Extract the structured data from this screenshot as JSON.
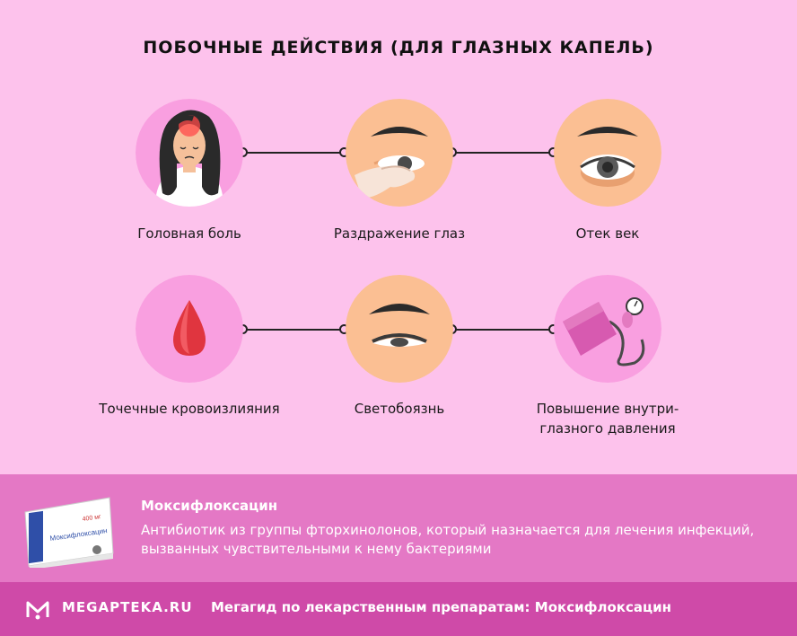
{
  "title": "ПОБОЧНЫЕ ДЕЙСТВИЯ (ДЛЯ ГЛАЗНЫХ КАПЕЛЬ)",
  "effects": [
    {
      "label": "Головная боль",
      "icon": "headache-icon"
    },
    {
      "label": "Раздражение глаз",
      "icon": "eye-irritation-icon"
    },
    {
      "label": "Отек век",
      "icon": "eyelid-swelling-icon"
    },
    {
      "label": "Точечные кровоизлияния",
      "icon": "blood-drop-icon"
    },
    {
      "label": "Светобоязнь",
      "icon": "squinting-eye-icon"
    },
    {
      "label": "Повышение внутри-глазного давления",
      "icon": "tonometer-icon"
    }
  ],
  "drug": {
    "name": "Моксифлоксацин",
    "description": "Антибиотик из группы фторхинолонов, который назначается для лечения инфекций, вызванных чувствительными к нему бактериями",
    "box_name": "Моксифлоксацин",
    "box_dose": "400 мг"
  },
  "footer": {
    "logo": "MEGAPTEKA.RU",
    "text": "Мегагид по лекарственным препаратам: Моксифлоксацин"
  },
  "colors": {
    "background": "#fdc2ec",
    "circle_pink": "#f99fe0",
    "circle_peach": "#fbbf93",
    "band": "#e478c5",
    "footer": "#cf4aa8"
  }
}
